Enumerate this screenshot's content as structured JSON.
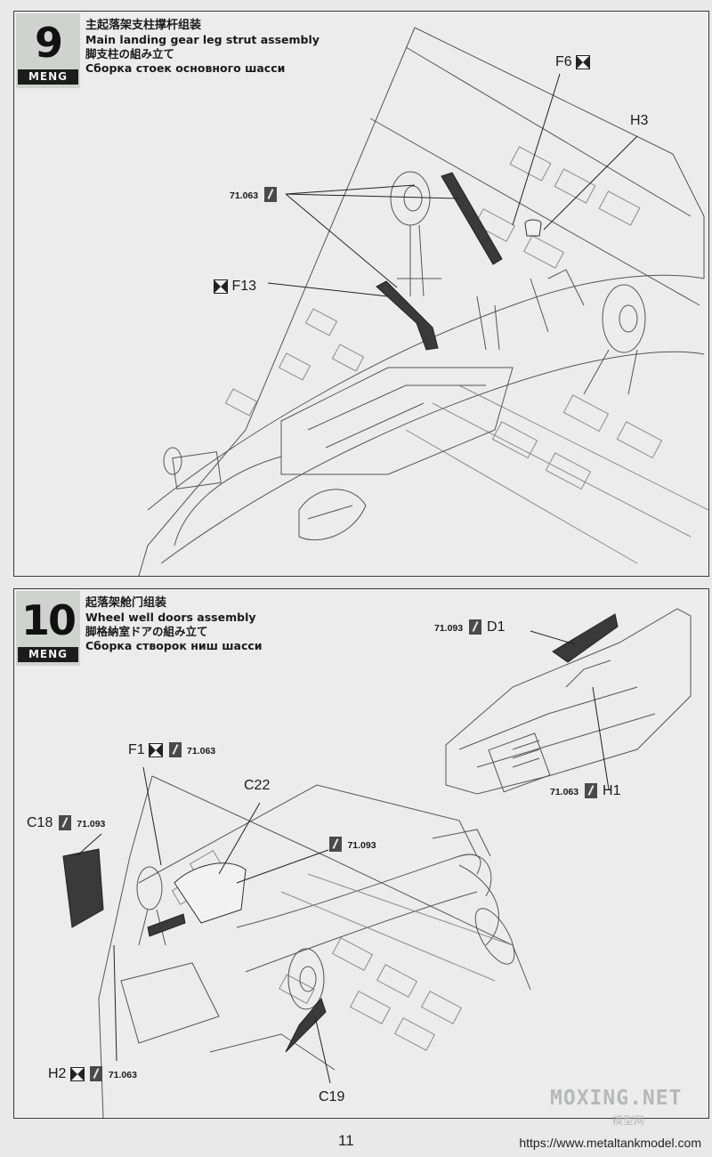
{
  "step9": {
    "number": "9",
    "brand": "MENG",
    "title_zh": "主起落架支柱撑杆组装",
    "title_en": "Main landing gear leg strut assembly",
    "title_ja": "脚支柱の組み立て",
    "title_ru": "Сборка стоек основного шасси",
    "callouts": {
      "f6": "F6",
      "h3": "H3",
      "f13": "F13",
      "paint_code": "71.063"
    }
  },
  "step10": {
    "number": "10",
    "brand": "MENG",
    "title_zh": "起落架舱门组装",
    "title_en": "Wheel well doors assembly",
    "title_ja": "脚格納室ドアの組み立て",
    "title_ru": "Сборка створок ниш шасси",
    "callouts": {
      "d1_code": "71.093",
      "d1": "D1",
      "h1_code": "71.063",
      "h1": "H1",
      "f1": "F1",
      "f1_code": "71.063",
      "c22": "C22",
      "c18": "C18",
      "c18_code": "71.093",
      "mid_code": "71.093",
      "h2": "H2",
      "h2_code": "71.063",
      "c19": "C19"
    }
  },
  "footer": {
    "page_number": "11",
    "url": "https://www.metaltankmodel.com",
    "watermark": "MOXING.NET",
    "watermark_sub": "模型网"
  }
}
